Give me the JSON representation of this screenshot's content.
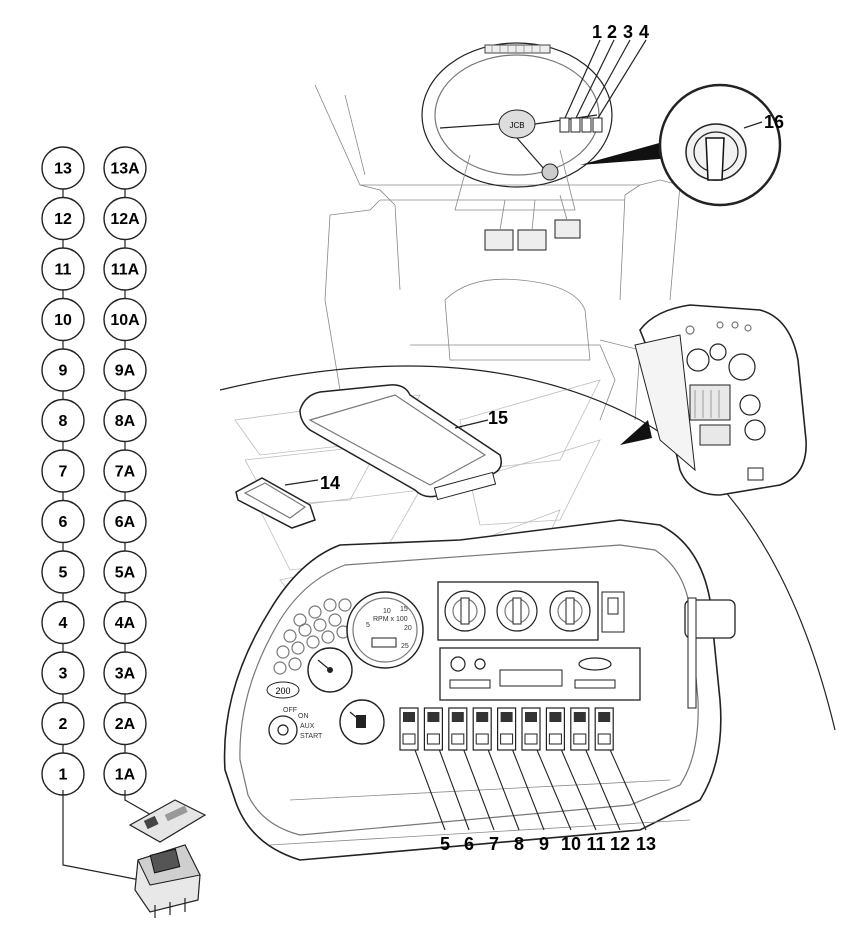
{
  "left_column": [
    "13",
    "12",
    "11",
    "10",
    "9",
    "8",
    "7",
    "6",
    "5",
    "4",
    "3",
    "2",
    "1"
  ],
  "right_column": [
    "13A",
    "12A",
    "11A",
    "10A",
    "9A",
    "8A",
    "7A",
    "6A",
    "5A",
    "4A",
    "3A",
    "2A",
    "1A"
  ],
  "top_callouts": [
    "1",
    "2",
    "3",
    "4"
  ],
  "bottom_callouts": [
    "5",
    "6",
    "7",
    "8",
    "9",
    "10",
    "11",
    "12",
    "13"
  ],
  "callout_16": "16",
  "callout_15": "15",
  "callout_14": "14",
  "gauge": {
    "tick_10": "10",
    "tick_15": "15",
    "tick_5": "5",
    "tick_20": "20",
    "tick_25": "25",
    "unit": "RPM x 100"
  },
  "hour_meter": "200",
  "key_switch": {
    "off": "OFF",
    "on": "ON",
    "aux": "AUX",
    "start": "START"
  }
}
